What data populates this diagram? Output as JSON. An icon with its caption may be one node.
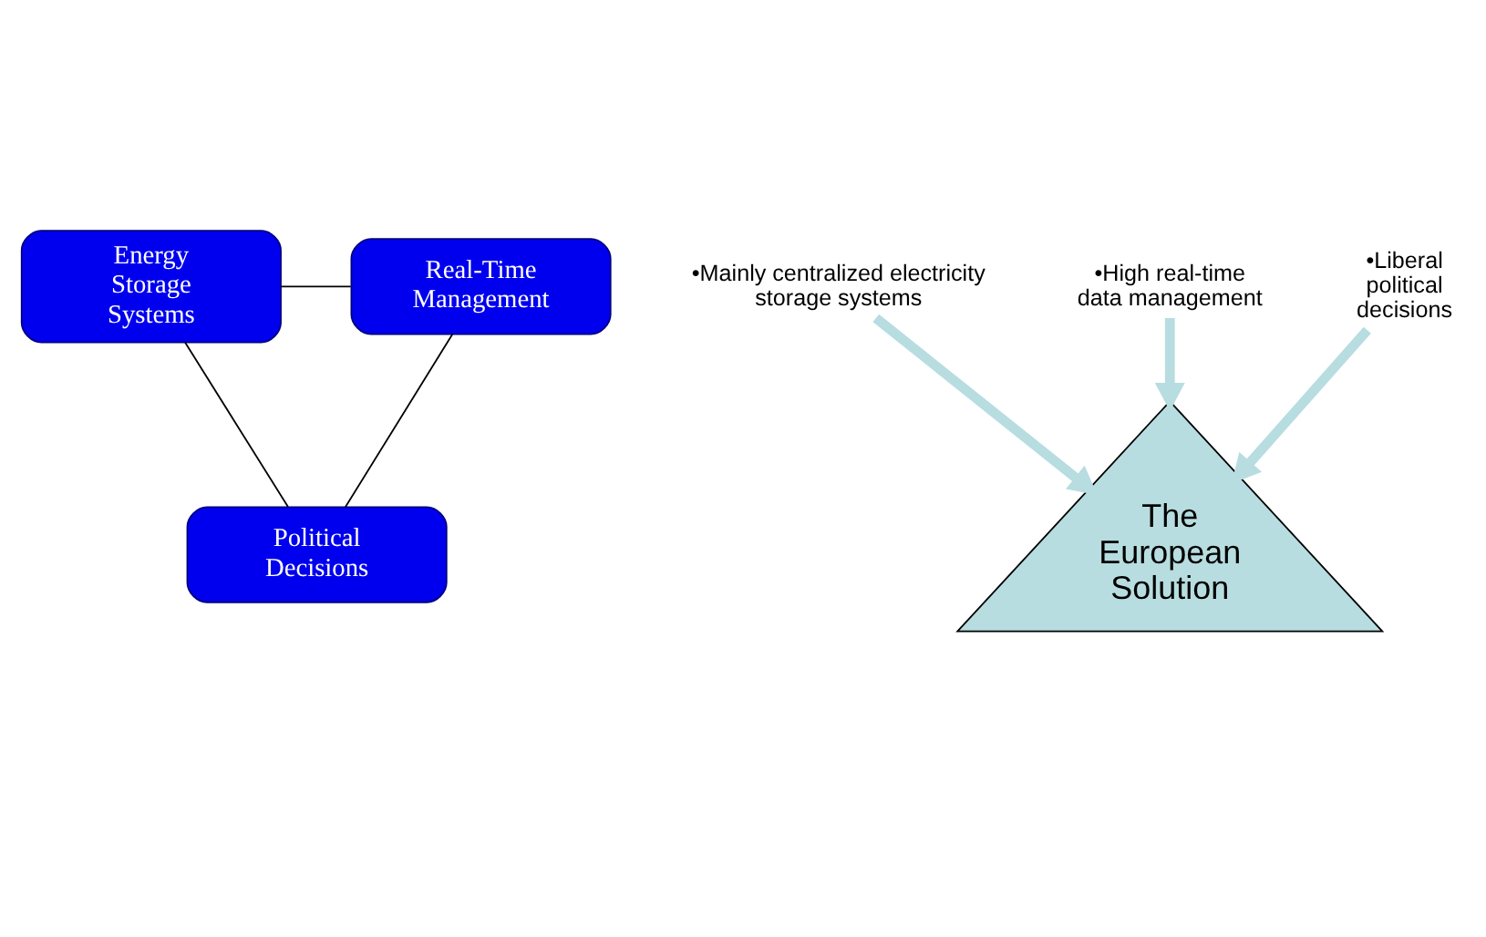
{
  "diagram": {
    "nodes": [
      {
        "text": [
          "Energy Storage Systems"
        ]
      },
      {
        "text": [
          "Real-Time Management"
        ]
      },
      {
        "text": [
          "The European Solution"
        ]
      },
      {
        "text": [
          "•Mainly centralized electricity storage systems"
        ]
      },
      {
        "text": [
          "•High real-time data management"
        ]
      },
      {
        "text": [
          "•Liberal political decisions"
        ]
      },
      {
        "text": [
          "Political Decisions"
        ]
      }
    ],
    "edges": [
      {
        "from": 0,
        "to": 1,
        "arrow": "none"
      },
      {
        "from": 0,
        "to": 6,
        "arrow": "none"
      },
      {
        "from": 1,
        "to": 6,
        "arrow": "none"
      },
      {
        "from": 3,
        "to": 2,
        "arrow": "to",
        "style": "thick",
        "color": "#b7dde0"
      },
      {
        "from": 4,
        "to": 2,
        "arrow": "to",
        "style": "thick",
        "color": "#b7dde0"
      },
      {
        "from": 5,
        "to": 2,
        "arrow": "to",
        "style": "thick",
        "color": "#b7dde0"
      }
    ]
  }
}
